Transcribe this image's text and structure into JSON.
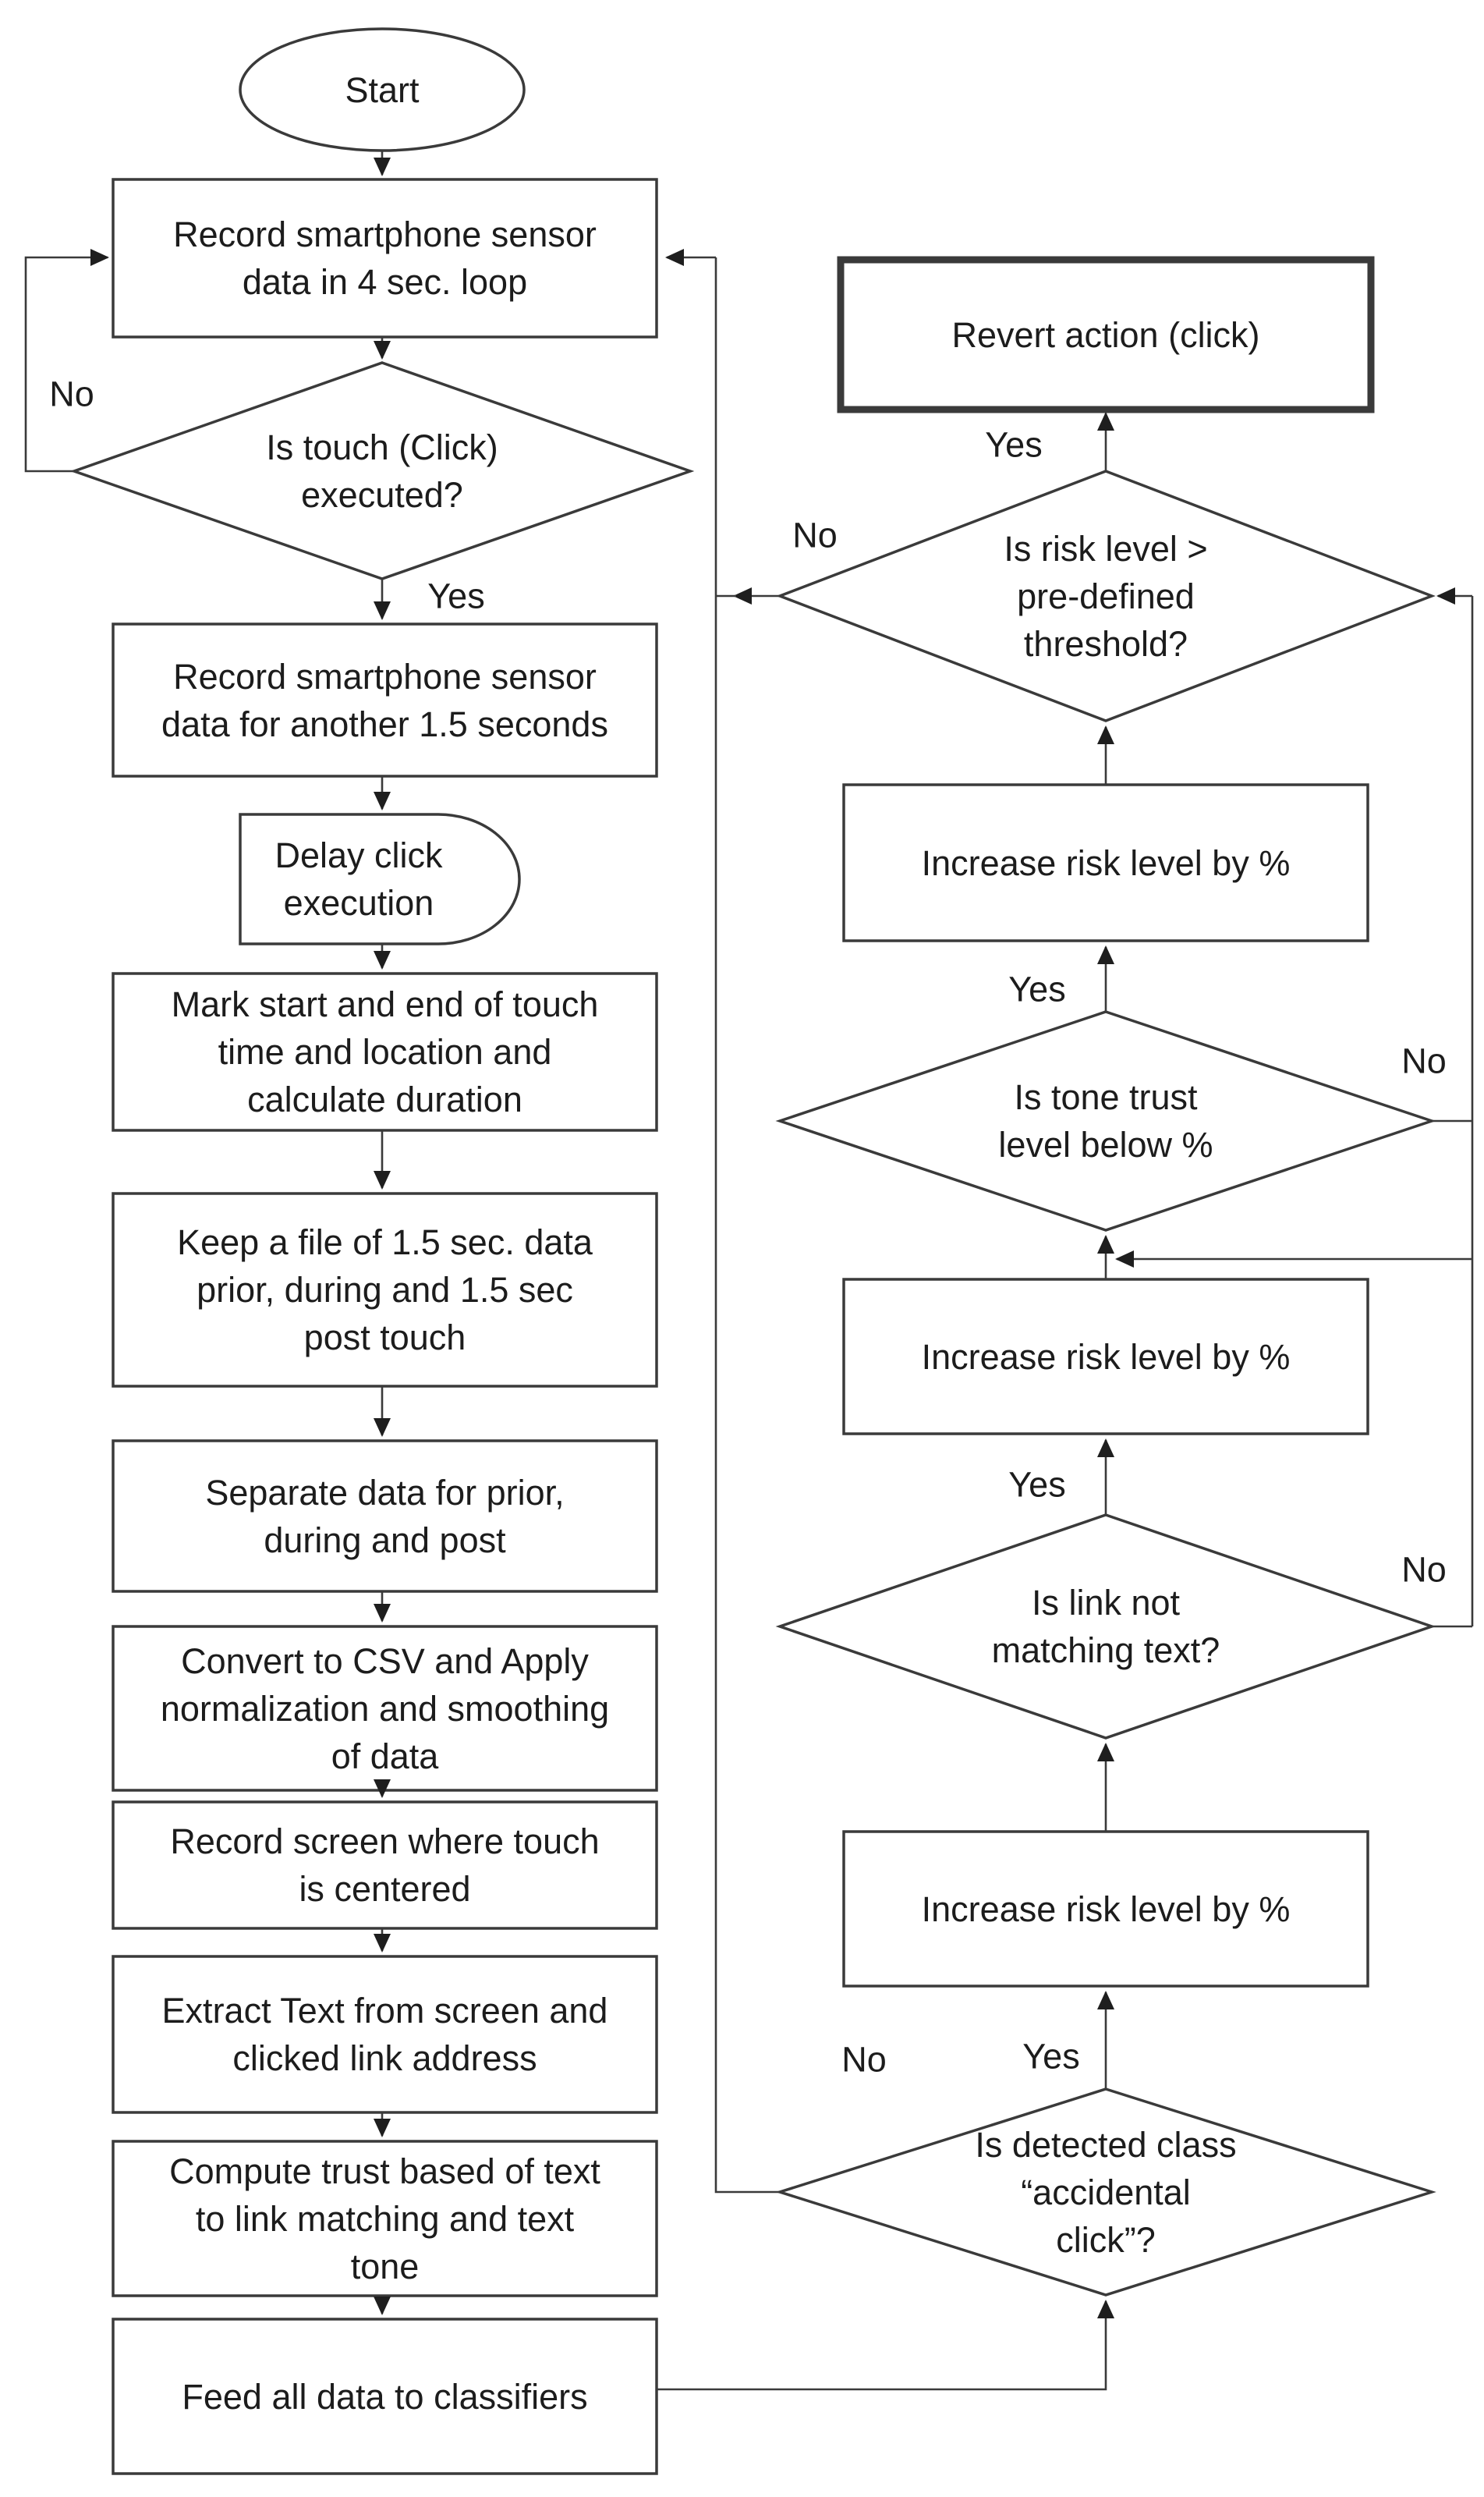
{
  "diagram": {
    "kind": "flowchart",
    "background": "#ffffff"
  },
  "colors": {
    "line": "#3a3a3a",
    "arrow": "#1e1e1e",
    "text": "#1c1c1c",
    "emphasized_border": "#161616"
  },
  "nodes": {
    "start": {
      "type": "terminator",
      "lines": [
        "Start"
      ]
    },
    "record_loop": {
      "type": "process",
      "lines": [
        "Record smartphone sensor",
        "data in 4 sec. loop"
      ]
    },
    "touch_executed": {
      "type": "decision",
      "lines": [
        "Is touch (Click)",
        "executed?"
      ]
    },
    "record_more": {
      "type": "process",
      "lines": [
        "Record smartphone sensor",
        "data for another 1.5 seconds"
      ]
    },
    "delay_click": {
      "type": "delay",
      "lines": [
        "Delay click",
        "execution"
      ]
    },
    "mark_touch": {
      "type": "process",
      "lines": [
        "Mark start and end of touch",
        "time and location and",
        "calculate duration"
      ]
    },
    "keep_file": {
      "type": "process",
      "lines": [
        "Keep a file of 1.5 sec. data",
        "prior, during and  1.5 sec",
        "post touch"
      ]
    },
    "separate_data": {
      "type": "process",
      "lines": [
        "Separate data for prior,",
        "during and post"
      ]
    },
    "convert_csv": {
      "type": "process",
      "lines": [
        "Convert to CSV and Apply",
        "normalization and smoothing",
        "of data"
      ]
    },
    "record_screen": {
      "type": "process",
      "lines": [
        "Record screen where touch",
        "is centered"
      ]
    },
    "extract_text": {
      "type": "process",
      "lines": [
        "Extract Text from screen and",
        "clicked link address"
      ]
    },
    "compute_trust": {
      "type": "process",
      "lines": [
        "Compute trust based of text",
        "to link matching and text",
        "tone"
      ]
    },
    "feed_classifiers": {
      "type": "process",
      "lines": [
        "Feed all data to classifiers"
      ]
    },
    "revert_action": {
      "type": "process-emphasized",
      "lines": [
        "Revert action (click)"
      ]
    },
    "risk_threshold": {
      "type": "decision",
      "lines": [
        "Is risk level >",
        "pre-defined",
        "threshold?"
      ]
    },
    "increase_risk_top": {
      "type": "process",
      "lines": [
        "Increase risk level by %"
      ]
    },
    "tone_trust": {
      "type": "decision",
      "lines": [
        "Is tone trust",
        "level below %"
      ]
    },
    "increase_risk_mid": {
      "type": "process",
      "lines": [
        "Increase risk level by %"
      ]
    },
    "link_matching": {
      "type": "decision",
      "lines": [
        "Is link not",
        "matching text?"
      ]
    },
    "increase_risk_bottom": {
      "type": "process",
      "lines": [
        "Increase risk level by %"
      ]
    },
    "detected_class": {
      "type": "decision",
      "lines": [
        "Is detected class",
        "“accidental",
        "click”?"
      ]
    }
  },
  "edge_labels": {
    "touch_no": "No",
    "touch_yes": "Yes",
    "risk_yes": "Yes",
    "risk_no": "No",
    "tone_yes": "Yes",
    "tone_no": "No",
    "link_yes": "Yes",
    "link_no": "No",
    "detected_yes": "Yes",
    "detected_no": "No"
  }
}
